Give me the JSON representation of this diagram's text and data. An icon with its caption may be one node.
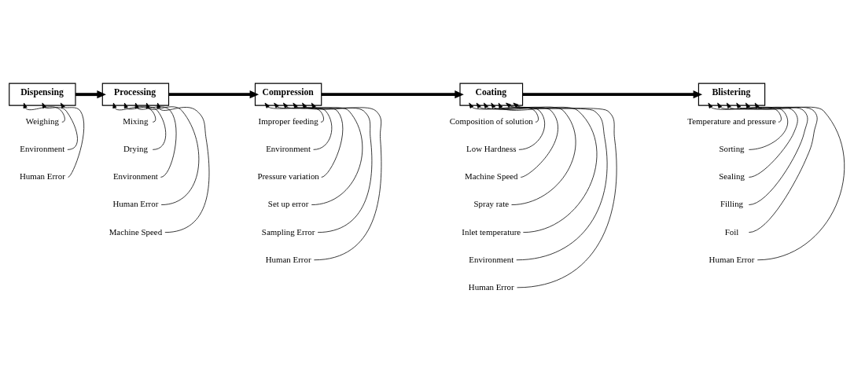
{
  "diagram": {
    "nodes": [
      {
        "text": [
          "Dispensing"
        ]
      },
      {
        "text": [
          "Processing"
        ]
      },
      {
        "text": [
          "Compression"
        ]
      },
      {
        "text": [
          "Coating"
        ]
      },
      {
        "text": [
          "Blistering"
        ]
      },
      {
        "text": [
          "Weighing"
        ]
      },
      {
        "text": [
          "Environment"
        ]
      },
      {
        "text": [
          "Human Error"
        ]
      },
      {
        "text": [
          "Mixing"
        ]
      },
      {
        "text": [
          "Drying"
        ]
      },
      {
        "text": [
          "Environment"
        ]
      },
      {
        "text": [
          "Human Error"
        ]
      },
      {
        "text": [
          "Machine Speed"
        ]
      },
      {
        "text": [
          "Improper feeding"
        ]
      },
      {
        "text": [
          "Environment"
        ]
      },
      {
        "text": [
          "Pressure variation"
        ]
      },
      {
        "text": [
          "Set up error"
        ]
      },
      {
        "text": [
          "Sampling Error"
        ]
      },
      {
        "text": [
          "Human Error"
        ]
      },
      {
        "text": [
          "Composition of solution"
        ]
      },
      {
        "text": [
          "Low Hardness"
        ]
      },
      {
        "text": [
          "Machine Speed"
        ]
      },
      {
        "text": [
          "Spray rate"
        ]
      },
      {
        "text": [
          "Inlet temperature"
        ]
      },
      {
        "text": [
          "Environment"
        ]
      },
      {
        "text": [
          "Human Error"
        ]
      },
      {
        "text": [
          "Temperature and pressure"
        ]
      },
      {
        "text": [
          "Sorting"
        ]
      },
      {
        "text": [
          "Sealing"
        ]
      },
      {
        "text": [
          "Filling"
        ]
      },
      {
        "text": [
          "Foil"
        ]
      },
      {
        "text": [
          "Human Error"
        ]
      }
    ],
    "edges": [
      {
        "from": 0,
        "to": 1,
        "arrow": "to",
        "style": "thick"
      },
      {
        "from": 1,
        "to": 2,
        "arrow": "to",
        "style": "thick"
      },
      {
        "from": 2,
        "to": 3,
        "arrow": "to",
        "style": "thick"
      },
      {
        "from": 3,
        "to": 4,
        "arrow": "to",
        "style": "thick"
      },
      {
        "from": 5,
        "to": 0,
        "arrow": "to"
      },
      {
        "from": 6,
        "to": 0,
        "arrow": "to"
      },
      {
        "from": 7,
        "to": 0,
        "arrow": "to"
      },
      {
        "from": 8,
        "to": 1,
        "arrow": "to"
      },
      {
        "from": 9,
        "to": 1,
        "arrow": "to"
      },
      {
        "from": 10,
        "to": 1,
        "arrow": "to"
      },
      {
        "from": 11,
        "to": 1,
        "arrow": "to"
      },
      {
        "from": 12,
        "to": 1,
        "arrow": "to"
      },
      {
        "from": 13,
        "to": 2,
        "arrow": "to"
      },
      {
        "from": 14,
        "to": 2,
        "arrow": "to"
      },
      {
        "from": 15,
        "to": 2,
        "arrow": "to"
      },
      {
        "from": 16,
        "to": 2,
        "arrow": "to"
      },
      {
        "from": 17,
        "to": 2,
        "arrow": "to"
      },
      {
        "from": 18,
        "to": 2,
        "arrow": "to"
      },
      {
        "from": 19,
        "to": 3,
        "arrow": "to"
      },
      {
        "from": 20,
        "to": 3,
        "arrow": "to"
      },
      {
        "from": 21,
        "to": 3,
        "arrow": "to"
      },
      {
        "from": 22,
        "to": 3,
        "arrow": "to"
      },
      {
        "from": 23,
        "to": 3,
        "arrow": "to"
      },
      {
        "from": 24,
        "to": 3,
        "arrow": "to"
      },
      {
        "from": 25,
        "to": 3,
        "arrow": "to"
      },
      {
        "from": 26,
        "to": 4,
        "arrow": "to"
      },
      {
        "from": 27,
        "to": 4,
        "arrow": "to"
      },
      {
        "from": 28,
        "to": 4,
        "arrow": "to"
      },
      {
        "from": 29,
        "to": 4,
        "arrow": "to"
      },
      {
        "from": 30,
        "to": 4,
        "arrow": "to"
      },
      {
        "from": 31,
        "to": 4,
        "arrow": "to"
      }
    ]
  }
}
